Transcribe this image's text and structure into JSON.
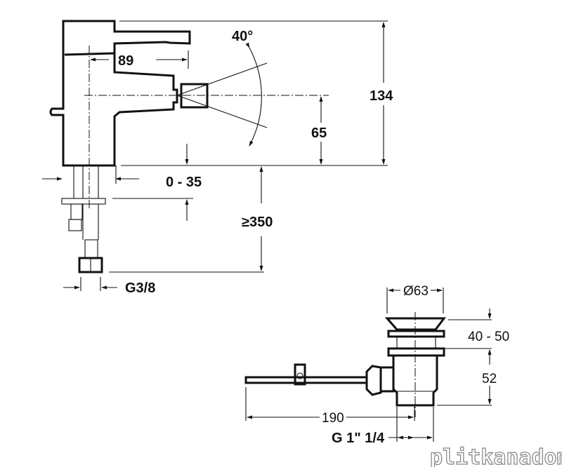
{
  "faucet": {
    "dimensions": {
      "spout_reach": "89",
      "spray_angle": "40°",
      "total_height": "134",
      "spout_height": "65",
      "deck_thickness": "0 - 35",
      "min_clearance": "≥350",
      "inlet_thread": "G3/8"
    }
  },
  "drain": {
    "dimensions": {
      "cap_diameter": "Ø63",
      "lift_height": "40 - 50",
      "body_height": "52",
      "rod_length": "190",
      "outlet_thread": "G 1\" 1/4"
    }
  },
  "watermark": "plitkanadom.ru"
}
